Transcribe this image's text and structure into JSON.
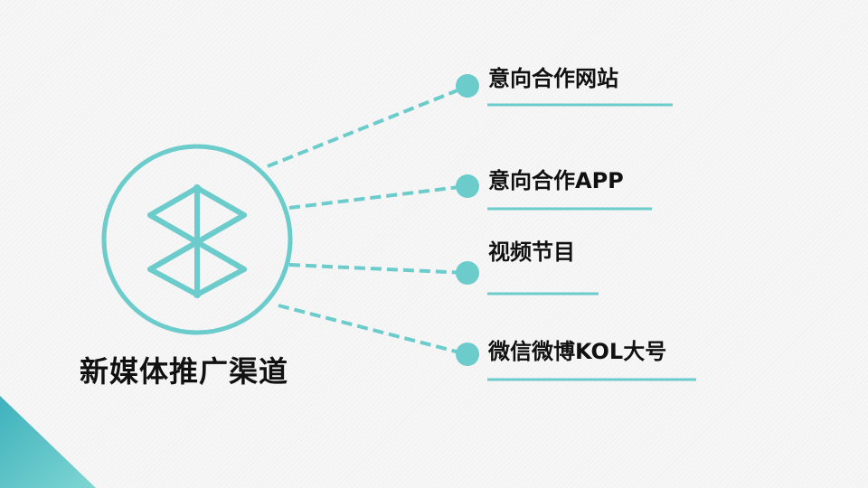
{
  "title": "新媒体推广渠道",
  "channels": [
    {
      "label": "意向合作网站"
    },
    {
      "label": "意向合作APP"
    },
    {
      "label": "视频节目"
    },
    {
      "label": "微信微博KOL大号"
    }
  ],
  "colors": {
    "accent": "#6ccbcb",
    "accent_dark": "#4fb6bd",
    "text": "#111111",
    "background": "#f6f6f6"
  },
  "icons": [
    "network-logo-icon"
  ]
}
